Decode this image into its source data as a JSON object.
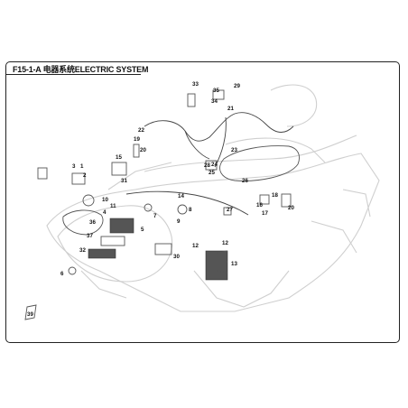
{
  "diagram": {
    "title": "F15-1-A 电器系统ELECTRIC SYSTEM",
    "callouts": [
      {
        "n": "33"
      },
      {
        "n": "29"
      },
      {
        "n": "35"
      },
      {
        "n": "34"
      },
      {
        "n": "22"
      },
      {
        "n": "21"
      },
      {
        "n": "19"
      },
      {
        "n": "20"
      },
      {
        "n": "23"
      },
      {
        "n": "28"
      },
      {
        "n": "24"
      },
      {
        "n": "25"
      },
      {
        "n": "26"
      },
      {
        "n": "15"
      },
      {
        "n": "3"
      },
      {
        "n": "1"
      },
      {
        "n": "2"
      },
      {
        "n": "31"
      },
      {
        "n": "27"
      },
      {
        "n": "18"
      },
      {
        "n": "16"
      },
      {
        "n": "17"
      },
      {
        "n": "20"
      },
      {
        "n": "14"
      },
      {
        "n": "10"
      },
      {
        "n": "11"
      },
      {
        "n": "4"
      },
      {
        "n": "8"
      },
      {
        "n": "7"
      },
      {
        "n": "9"
      },
      {
        "n": "36"
      },
      {
        "n": "5"
      },
      {
        "n": "37"
      },
      {
        "n": "32"
      },
      {
        "n": "6"
      },
      {
        "n": "12"
      },
      {
        "n": "12"
      },
      {
        "n": "30"
      },
      {
        "n": "13"
      },
      {
        "n": "39"
      }
    ]
  }
}
